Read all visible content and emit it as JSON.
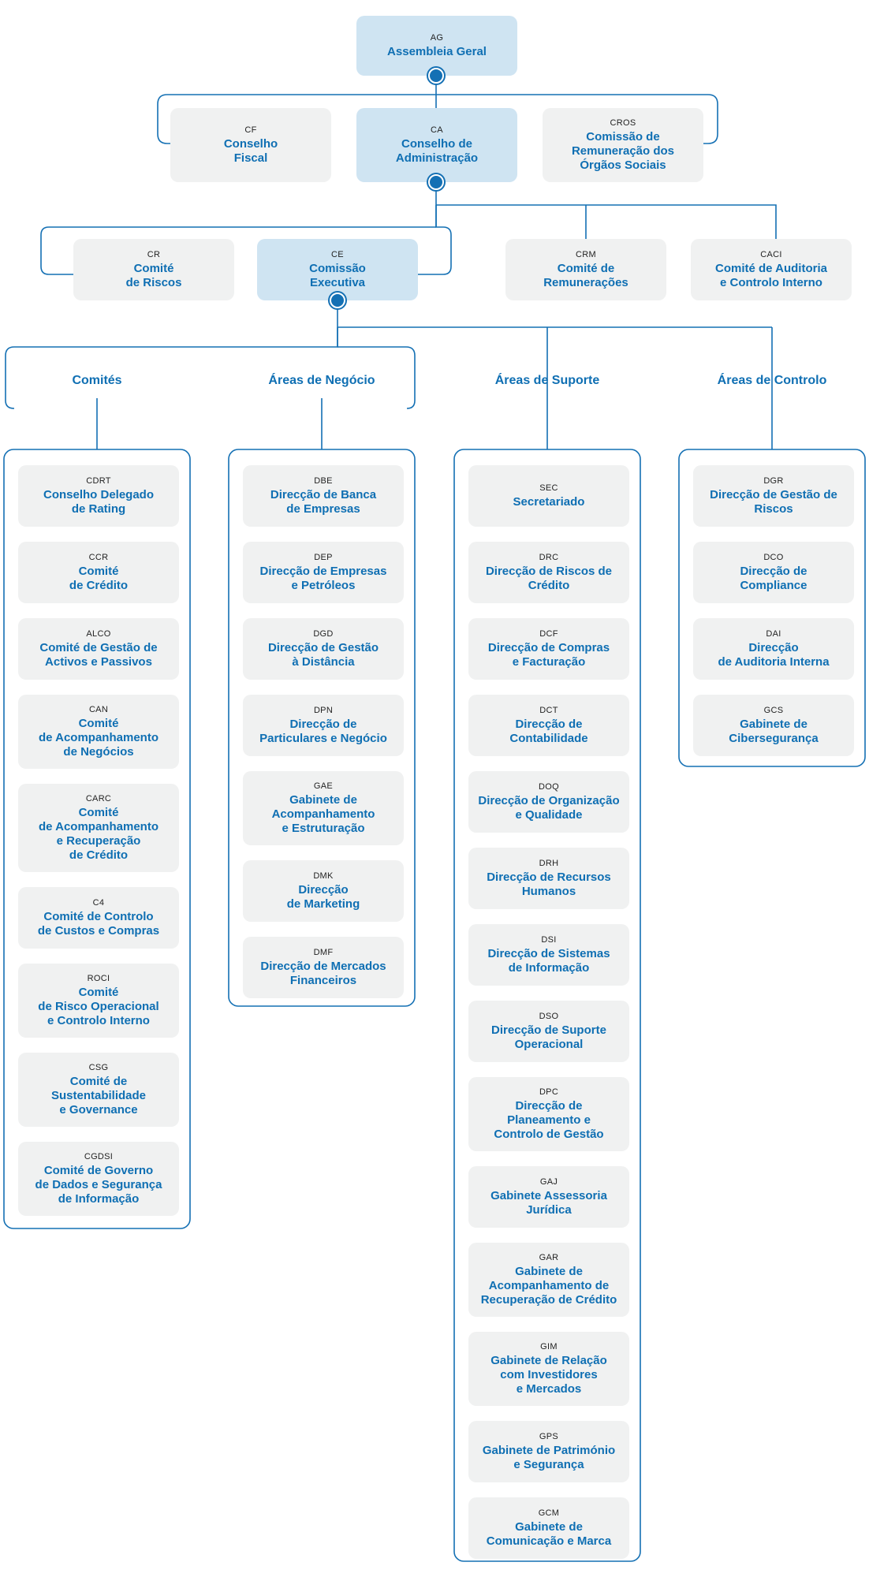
{
  "colors": {
    "accent": "#0f6fb3",
    "line": "#1470b4",
    "box": "#f0f1f1",
    "box_highlight": "#cfe4f2"
  },
  "top": {
    "ag": {
      "abbr": "AG",
      "name": "Assembleia Geral"
    },
    "cf": {
      "abbr": "CF",
      "name": "Conselho\nFiscal"
    },
    "ca": {
      "abbr": "CA",
      "name": "Conselho de\nAdministração"
    },
    "cros": {
      "abbr": "CROS",
      "name": "Comissão de\nRemuneração dos\nÓrgãos Sociais"
    },
    "cr": {
      "abbr": "CR",
      "name": "Comité\nde Riscos"
    },
    "ce": {
      "abbr": "CE",
      "name": "Comissão\nExecutiva"
    },
    "crm": {
      "abbr": "CRM",
      "name": "Comité de\nRemunerações"
    },
    "caci": {
      "abbr": "CACI",
      "name": "Comité de Auditoria\ne Controlo Interno"
    }
  },
  "areas": [
    {
      "title": "Comités",
      "items": [
        {
          "abbr": "CDRT",
          "name": "Conselho Delegado\nde Rating"
        },
        {
          "abbr": "CCR",
          "name": "Comité\nde Crédito"
        },
        {
          "abbr": "ALCO",
          "name": "Comité de Gestão de\nActivos e Passivos"
        },
        {
          "abbr": "CAN",
          "name": "Comité\nde Acompanhamento\nde Negócios"
        },
        {
          "abbr": "CARC",
          "name": "Comité\nde Acompanhamento\ne Recuperação\nde Crédito"
        },
        {
          "abbr": "C4",
          "name": "Comité de Controlo\nde Custos e Compras"
        },
        {
          "abbr": "ROCI",
          "name": "Comité\nde Risco Operacional\ne Controlo Interno"
        },
        {
          "abbr": "CSG",
          "name": "Comité de\nSustentabilidade\ne Governance"
        },
        {
          "abbr": "CGDSI",
          "name": "Comité de Governo\nde Dados e Segurança\nde Informação"
        }
      ]
    },
    {
      "title": "Áreas de Negócio",
      "items": [
        {
          "abbr": "DBE",
          "name": "Direcção de Banca\nde Empresas"
        },
        {
          "abbr": "DEP",
          "name": "Direcção de Empresas\ne Petróleos"
        },
        {
          "abbr": "DGD",
          "name": "Direcção de Gestão\nà Distância"
        },
        {
          "abbr": "DPN",
          "name": "Direcção de\nParticulares e Negócio"
        },
        {
          "abbr": "GAE",
          "name": "Gabinete de\nAcompanhamento\ne Estruturação"
        },
        {
          "abbr": "DMK",
          "name": "Direcção\nde Marketing"
        },
        {
          "abbr": "DMF",
          "name": "Direcção de Mercados\nFinanceiros"
        }
      ]
    },
    {
      "title": "Áreas de Suporte",
      "items": [
        {
          "abbr": "SEC",
          "name": "Secretariado"
        },
        {
          "abbr": "DRC",
          "name": "Direcção de Riscos de\nCrédito"
        },
        {
          "abbr": "DCF",
          "name": "Direcção de Compras\ne Facturação"
        },
        {
          "abbr": "DCT",
          "name": "Direcção de\nContabilidade"
        },
        {
          "abbr": "DOQ",
          "name": "Direcção de Organização\ne Qualidade"
        },
        {
          "abbr": "DRH",
          "name": "Direcção de Recursos\nHumanos"
        },
        {
          "abbr": "DSI",
          "name": "Direcção de Sistemas\nde Informação"
        },
        {
          "abbr": "DSO",
          "name": "Direcção de Suporte\nOperacional"
        },
        {
          "abbr": "DPC",
          "name": "Direcção de\nPlaneamento e\nControlo de Gestão"
        },
        {
          "abbr": "GAJ",
          "name": "Gabinete Assessoria\nJurídica"
        },
        {
          "abbr": "GAR",
          "name": "Gabinete de\nAcompanhamento de\nRecuperação de Crédito"
        },
        {
          "abbr": "GIM",
          "name": "Gabinete de Relação\ncom Investidores\ne Mercados"
        },
        {
          "abbr": "GPS",
          "name": "Gabinete de Património\ne Segurança"
        },
        {
          "abbr": "GCM",
          "name": "Gabinete de\nComunicação e Marca"
        }
      ]
    },
    {
      "title": "Áreas de Controlo",
      "items": [
        {
          "abbr": "DGR",
          "name": "Direcção de Gestão de\nRiscos"
        },
        {
          "abbr": "DCO",
          "name": "Direcção de\nCompliance"
        },
        {
          "abbr": "DAI",
          "name": "Direcção\nde Auditoria Interna"
        },
        {
          "abbr": "GCS",
          "name": "Gabinete de\nCibersegurança"
        }
      ]
    }
  ]
}
